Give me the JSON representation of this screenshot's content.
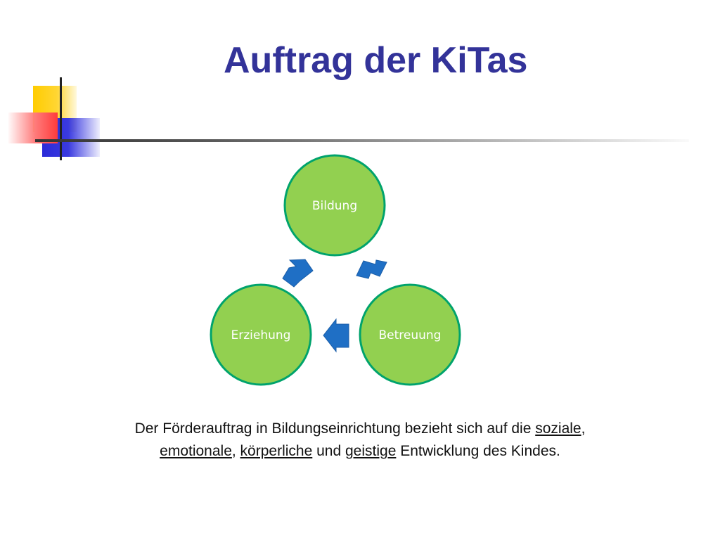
{
  "slide": {
    "title": "Auftrag der KiTas",
    "diagram": {
      "nodes": [
        {
          "label": "Bildung"
        },
        {
          "label": "Betreuung"
        },
        {
          "label": "Erziehung"
        }
      ],
      "colors": {
        "node_fill": "#92d050",
        "node_stroke": "#00a36c",
        "arrow_fill": "#1f6fc5",
        "arrow_stroke": "#1b5ea8",
        "node_text": "#ffffff"
      }
    },
    "body": {
      "part1": "Der Förderauftrag in Bildungseinrichtung bezieht sich auf die ",
      "word_soziale": "soziale",
      "comma1": ",",
      "word_emotionale": "emotionale",
      "comma2": ", ",
      "word_koerperliche": "körperliche",
      "und": " und ",
      "word_geistige": "geistige",
      "part2": " Entwicklung des Kindes."
    },
    "colors": {
      "title": "#333399",
      "deco_yellow": "#ffcc00",
      "deco_blue": "#2a2ad8",
      "deco_red": "#ff3b3b"
    }
  }
}
